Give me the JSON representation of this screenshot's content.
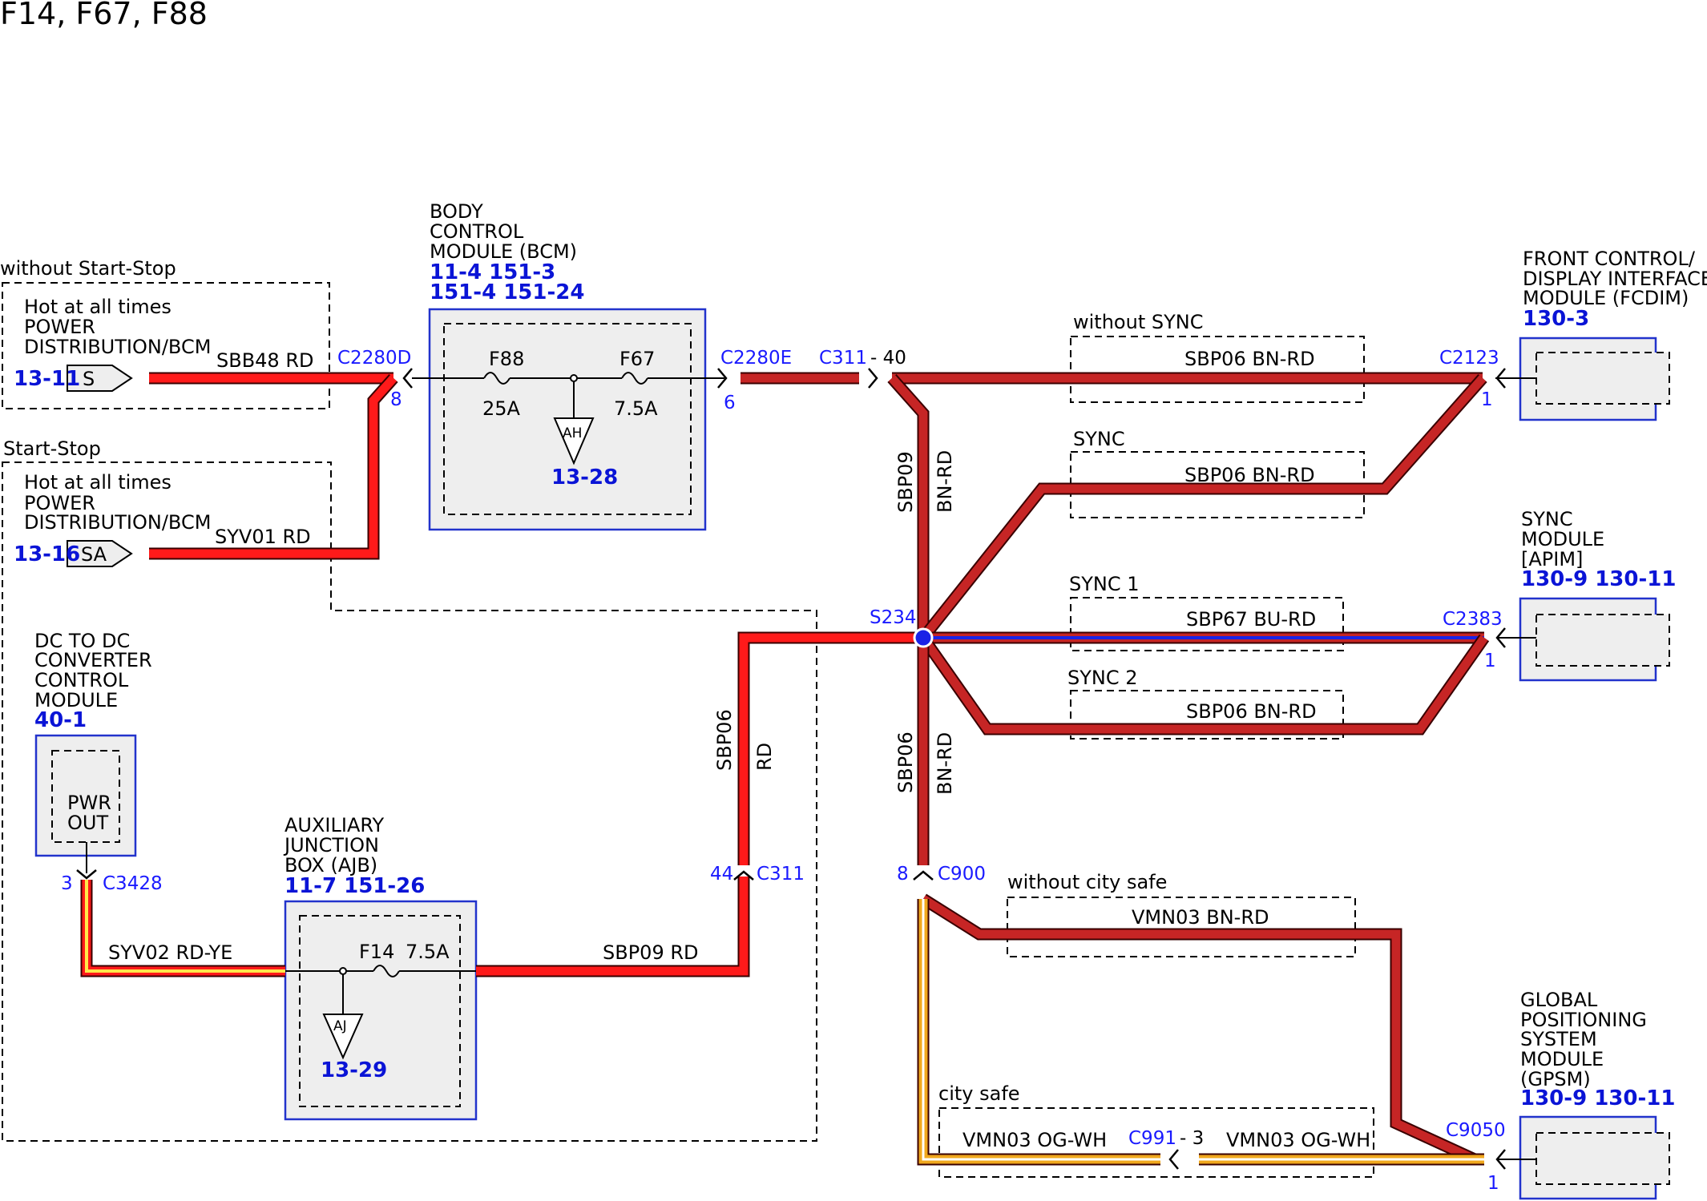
{
  "title": "F14, F67, F88",
  "groups": {
    "without_start_stop": "without Start-Stop",
    "start_stop": "Start-Stop",
    "without_sync": "without SYNC",
    "sync": "SYNC",
    "sync1": "SYNC 1",
    "sync2": "SYNC 2",
    "without_city_safe": "without city safe",
    "city_safe": "city safe"
  },
  "power_sources": [
    {
      "text": [
        "Hot at all times",
        "POWER",
        "DISTRIBUTION/BCM"
      ],
      "ref": "13-11",
      "pin": "S"
    },
    {
      "text": [
        "Hot at all times",
        "POWER",
        "DISTRIBUTION/BCM"
      ],
      "ref": "13-16",
      "pin": "SA"
    }
  ],
  "bcm": {
    "name": [
      "BODY",
      "CONTROL",
      "MODULE (BCM)"
    ],
    "refs": [
      "11-4   151-3",
      "151-4   151-24"
    ],
    "fuse1": {
      "name": "F88",
      "rating": "25A"
    },
    "fuse2": {
      "name": "F67",
      "rating": "7.5A"
    },
    "ground": "AH",
    "ground_ref": "13-28"
  },
  "dcdc": {
    "name": [
      "DC TO DC",
      "CONVERTER",
      "CONTROL",
      "MODULE"
    ],
    "ref": "40-1",
    "pin_label": [
      "PWR",
      "OUT"
    ]
  },
  "ajb": {
    "name": [
      "AUXILIARY",
      "JUNCTION",
      "BOX (AJB)"
    ],
    "refs": "11-7    151-26",
    "fuse": {
      "name": "F14",
      "rating": "7.5A"
    },
    "ground": "AJ",
    "ground_ref": "13-29"
  },
  "fcdim": {
    "name": [
      "FRONT CONTROL/",
      "DISPLAY INTERFACE",
      "MODULE (FCDIM)"
    ],
    "ref": "130-3"
  },
  "sync_module": {
    "name": [
      "SYNC",
      "MODULE",
      "[APIM]"
    ],
    "refs": "130-9    130-11"
  },
  "gpsm": {
    "name": [
      "GLOBAL",
      "POSITIONING",
      "SYSTEM",
      "MODULE",
      "(GPSM)"
    ],
    "refs": "130-9    130-11"
  },
  "connectors": {
    "c2280d": "C2280D",
    "c2280d_pin": "8",
    "c2280e": "C2280E",
    "c2280e_pin": "6",
    "c311_top": "C311",
    "c311_top_pin": "- 40",
    "c2123": "C2123",
    "c2123_pin": "1",
    "s234": "S234",
    "c2383": "C2383",
    "c2383_pin": "1",
    "c311_bot": "C311",
    "c311_bot_pin": "44",
    "c900": "C900",
    "c900_pin": "8",
    "c3428": "C3428",
    "c3428_pin": "3",
    "c991": "C991",
    "c991_pin": "- 3",
    "c9050": "C9050",
    "c9050_pin": "1"
  },
  "wires": {
    "sbb48": "SBB48   RD",
    "syv01": "SYV01   RD",
    "syv02": "SYV02   RD-YE",
    "sbp09_ajb": "SBP09   RD",
    "sbp09_v_a": "SBP09",
    "sbp09_v_b": "BN-RD",
    "sbp06_rd_a": "SBP06",
    "sbp06_rd_b": "RD",
    "sbp06_v_a": "SBP06",
    "sbp06_v_b": "BN-RD",
    "sbp06_1": "SBP06   BN-RD",
    "sbp06_2": "SBP06   BN-RD",
    "sbp67": "SBP67   BU-RD",
    "sbp06_3": "SBP06   BN-RD",
    "vmn03_1": "VMN03   BN-RD",
    "vmn03_2": "VMN03   OG-WH",
    "vmn03_3": "VMN03   OG-WH"
  },
  "colors": {
    "red": "#ff1a1a",
    "brown_red": "#c62525",
    "blue": "#1a22e6",
    "orange": "#f0a81e",
    "yellow": "#ffe84a",
    "ref_blue": "#0a14d6"
  }
}
